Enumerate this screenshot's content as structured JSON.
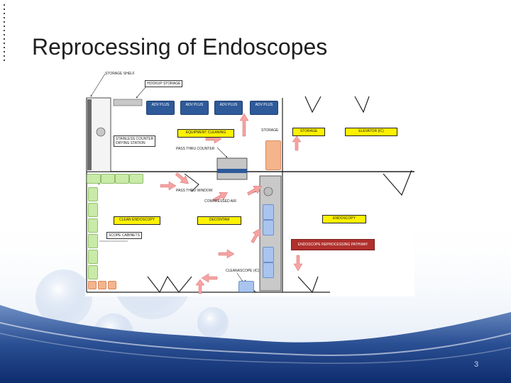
{
  "slide": {
    "title": "Reprocessing of Endoscopes",
    "page_number": "3"
  },
  "diagram": {
    "labels": {
      "storage_shelf": "STORAGE SHELF",
      "hookup_storage": "HOOKUP STORAGE",
      "stainless_counter": "STAINLESS COUNTER",
      "drying_station": "DRYING STATION",
      "pass_thru_counter": "PASS THRU COUNTER",
      "storage_small": "STORAGE",
      "pass_thru_window": "PASS THRU WINDOW",
      "compressed_air": "COMPRESSED AIR",
      "scope_cabinets": "SCOPE CABINETS",
      "cleanascope": "CLEANASCOPE (IC)"
    },
    "washers": [
      "ADV PLUS",
      "ADV PLUS",
      "ADV PLUS",
      "ADV PLUS"
    ],
    "yellow_boxes": {
      "equipment_cleaning": "EQUIPMENT CLEANING",
      "storage": "STORAGE",
      "elevator": "ELEVATOR (IC)",
      "clean_endoscopy": "CLEAN ENDOSCOPY",
      "decontam": "DECONTAM",
      "endoscopy": "ENDOSCOPY"
    },
    "legend": {
      "pathway": "ENDOSCOPE REPROCESSING PATHWAY",
      "pathway_color": "#b0302c"
    },
    "colors": {
      "washer": "#2e5a9a",
      "scope_cabinet": "#c9eaa8",
      "blue_cabinet": "#a8c4ef",
      "orange_cabinet": "#f4b48c",
      "arrow": "#f08a8a",
      "highlight": "#fff200"
    }
  }
}
